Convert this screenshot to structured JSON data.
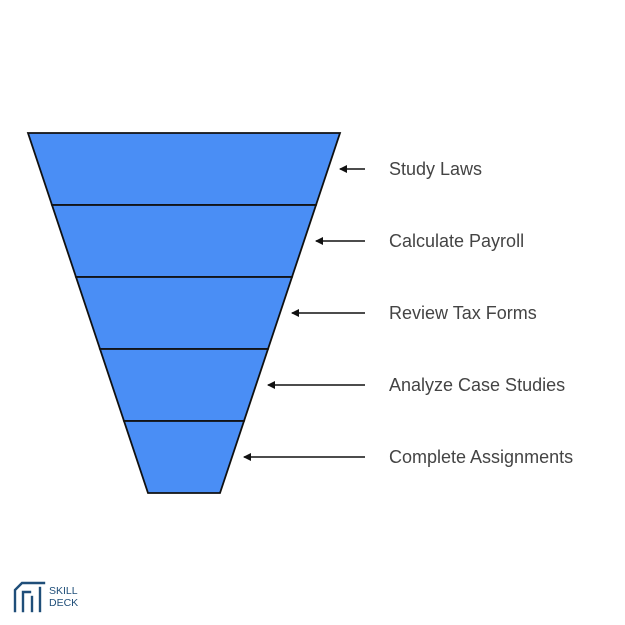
{
  "funnel": {
    "fill_color": "#4a8ef5",
    "stroke_color": "#111111",
    "stages": [
      {
        "label": "Study Laws"
      },
      {
        "label": "Calculate Payroll"
      },
      {
        "label": "Review Tax Forms"
      },
      {
        "label": "Analyze Case Studies"
      },
      {
        "label": "Complete Assignments"
      }
    ]
  },
  "logo": {
    "line1": "SKILL",
    "line2": "DECK",
    "color": "#1f4e79"
  }
}
